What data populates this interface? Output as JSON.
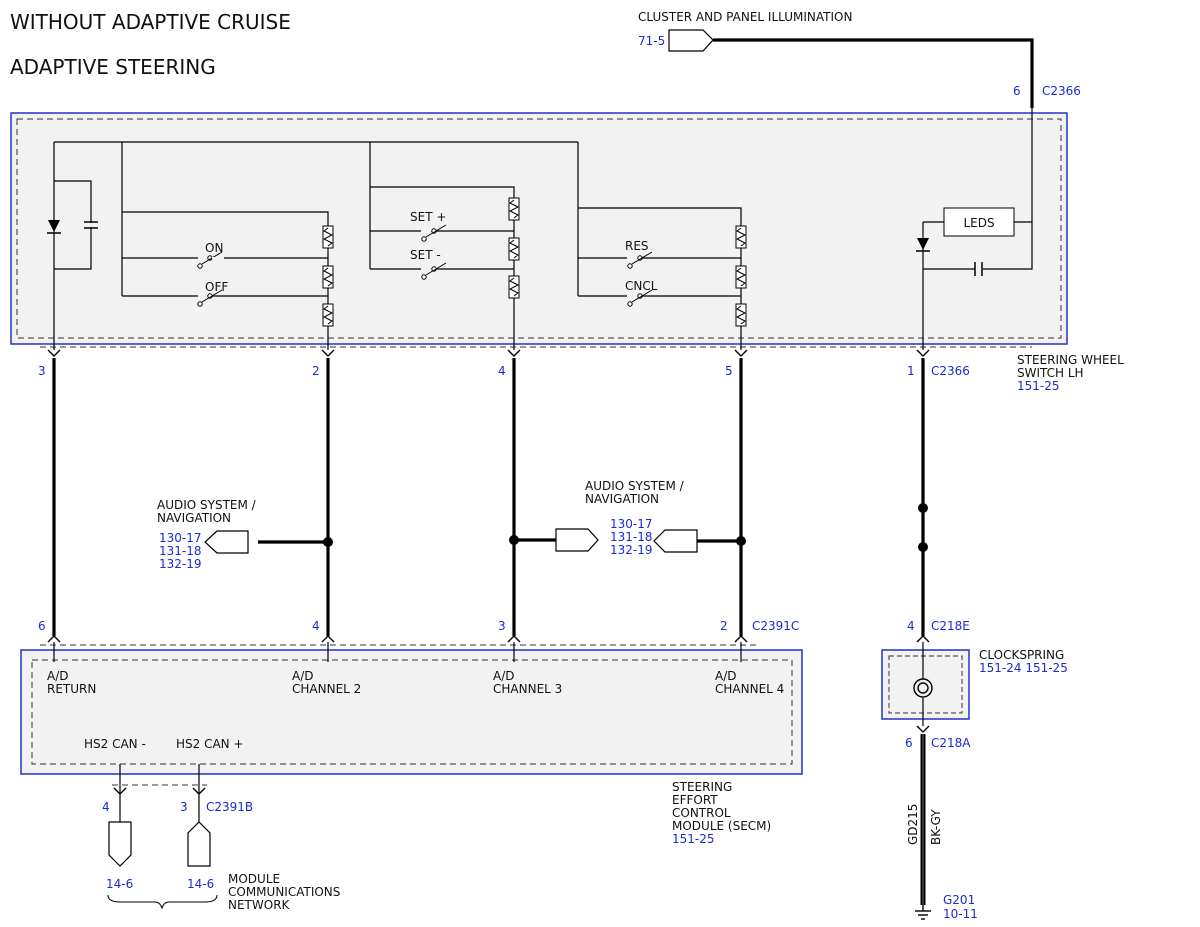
{
  "titles": {
    "line1": "WITHOUT ADAPTIVE CRUISE",
    "line2": "ADAPTIVE STEERING"
  },
  "illumination": {
    "label": "CLUSTER AND PANEL ILLUMINATION",
    "ref": "71-5"
  },
  "switch_module": {
    "name_line1": "STEERING WHEEL",
    "name_line2": "SWITCH LH",
    "ref": "151-25",
    "connector": "C2366",
    "top_pin": "6",
    "labels": {
      "on": "ON",
      "off": "OFF",
      "set_plus": "SET +",
      "set_minus": "SET -",
      "res": "RES",
      "cncl": "CNCL",
      "leds": "LEDS"
    },
    "pins": [
      "3",
      "2",
      "4",
      "5",
      "1"
    ]
  },
  "audio_left": {
    "line1": "AUDIO SYSTEM /",
    "line2": "NAVIGATION",
    "refs": [
      "130-17",
      "131-18",
      "132-19"
    ]
  },
  "audio_right": {
    "line1": "AUDIO SYSTEM /",
    "line2": "NAVIGATION",
    "refs": [
      "130-17",
      "131-18",
      "132-19"
    ]
  },
  "secm": {
    "connector": "C2391C",
    "pins": [
      "6",
      "4",
      "3",
      "2"
    ],
    "channels": [
      {
        "l1": "A/D",
        "l2": "RETURN"
      },
      {
        "l1": "A/D",
        "l2": "CHANNEL 2"
      },
      {
        "l1": "A/D",
        "l2": "CHANNEL 3"
      },
      {
        "l1": "A/D",
        "l2": "CHANNEL 4"
      }
    ],
    "can_minus": "HS2 CAN -",
    "can_plus": "HS2 CAN +",
    "name_lines": [
      "STEERING",
      "EFFORT",
      "CONTROL",
      "MODULE (SECM)"
    ],
    "ref": "151-25",
    "can_connector": "C2391B",
    "can_pins": [
      "4",
      "3"
    ]
  },
  "network": {
    "refs": [
      "14-6",
      "14-6"
    ],
    "name_lines": [
      "MODULE",
      "COMMUNICATIONS",
      "NETWORK"
    ]
  },
  "clockspring": {
    "name": "CLOCKSPRING",
    "refs": "151-24  151-25",
    "top_pin": "4",
    "top_connector": "C218E",
    "bottom_pin": "6",
    "bottom_connector": "C218A",
    "circuit": "GD215",
    "color": "BK-GY"
  },
  "ground": {
    "name": "G201",
    "ref": "10-11"
  }
}
